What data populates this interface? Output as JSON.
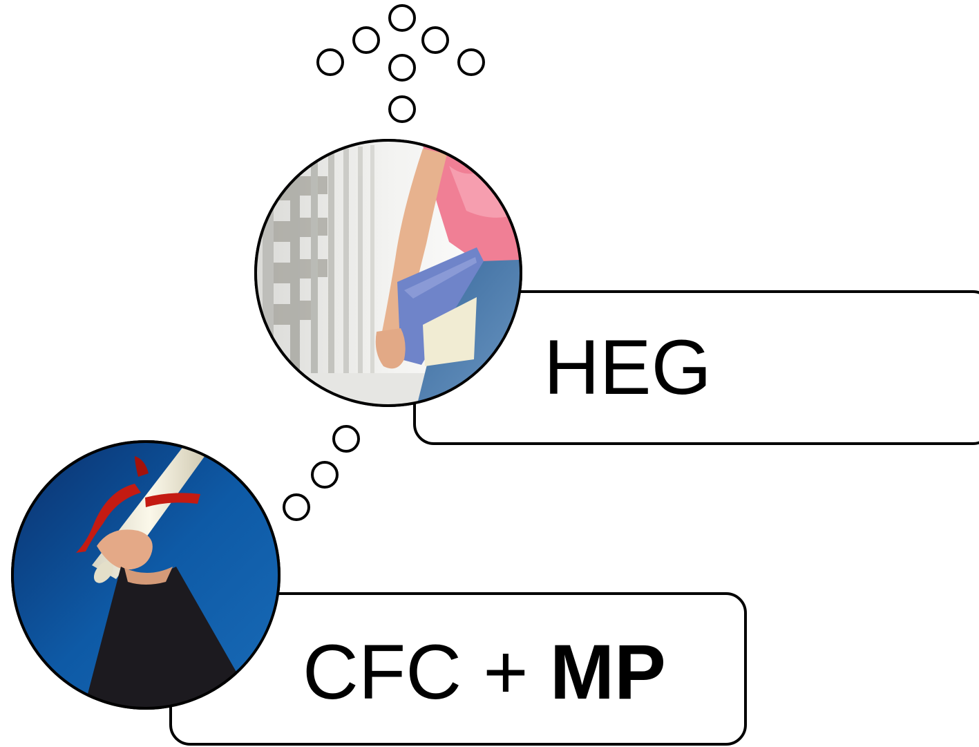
{
  "labels": {
    "heg": "HEG",
    "cfc_prefix": "CFC + ",
    "cfc_bold": "MP"
  },
  "images": [
    {
      "name": "library-student-photo",
      "description_icon": "student-holding-books-in-library"
    },
    {
      "name": "graduation-diploma-photo",
      "description_icon": "hand-raising-diploma-with-ribbon"
    }
  ],
  "colors": {
    "stroke": "#000000",
    "background": "#ffffff",
    "sky_blue": "#0b4f96",
    "ribbon_red": "#c41b12",
    "shirt_pink": "#f07f95",
    "denim": "#4f7fb3",
    "binder_blue": "#6f84c9"
  }
}
